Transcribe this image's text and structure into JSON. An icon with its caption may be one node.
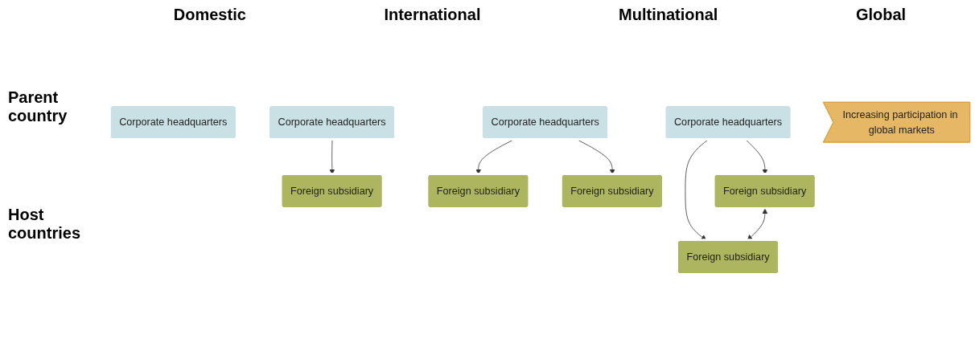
{
  "diagram": {
    "nodes": [
      {
        "text": [
          "Corporate headquarters"
        ]
      },
      {
        "text": [
          "Corporate headquarters"
        ]
      },
      {
        "text": [
          "Foreign subsidiary"
        ]
      },
      {
        "text": [
          "Corporate headquarters"
        ]
      },
      {
        "text": [
          "Foreign subsidiary"
        ]
      },
      {
        "text": [
          "Foreign subsidiary"
        ]
      },
      {
        "text": [
          "Corporate headquarters"
        ]
      },
      {
        "text": [
          "Foreign subsidiary"
        ]
      },
      {
        "text": [
          "Foreign subsidiary"
        ]
      },
      {
        "text": [
          "Increasing participation in global markets"
        ]
      }
    ],
    "edges": [
      {
        "from": 1,
        "to": 2,
        "arrow": "to"
      },
      {
        "from": 3,
        "to": 4,
        "arrow": "to"
      },
      {
        "from": 3,
        "to": 5,
        "arrow": "to"
      },
      {
        "from": 6,
        "to": 7,
        "arrow": "to"
      },
      {
        "from": 6,
        "to": 8,
        "arrow": "to"
      },
      {
        "from": 7,
        "to": 8,
        "arrow": "both"
      }
    ],
    "labels": [
      "Domestic",
      "International",
      "Multinational",
      "Global",
      "Parent country",
      "Host countries"
    ]
  }
}
